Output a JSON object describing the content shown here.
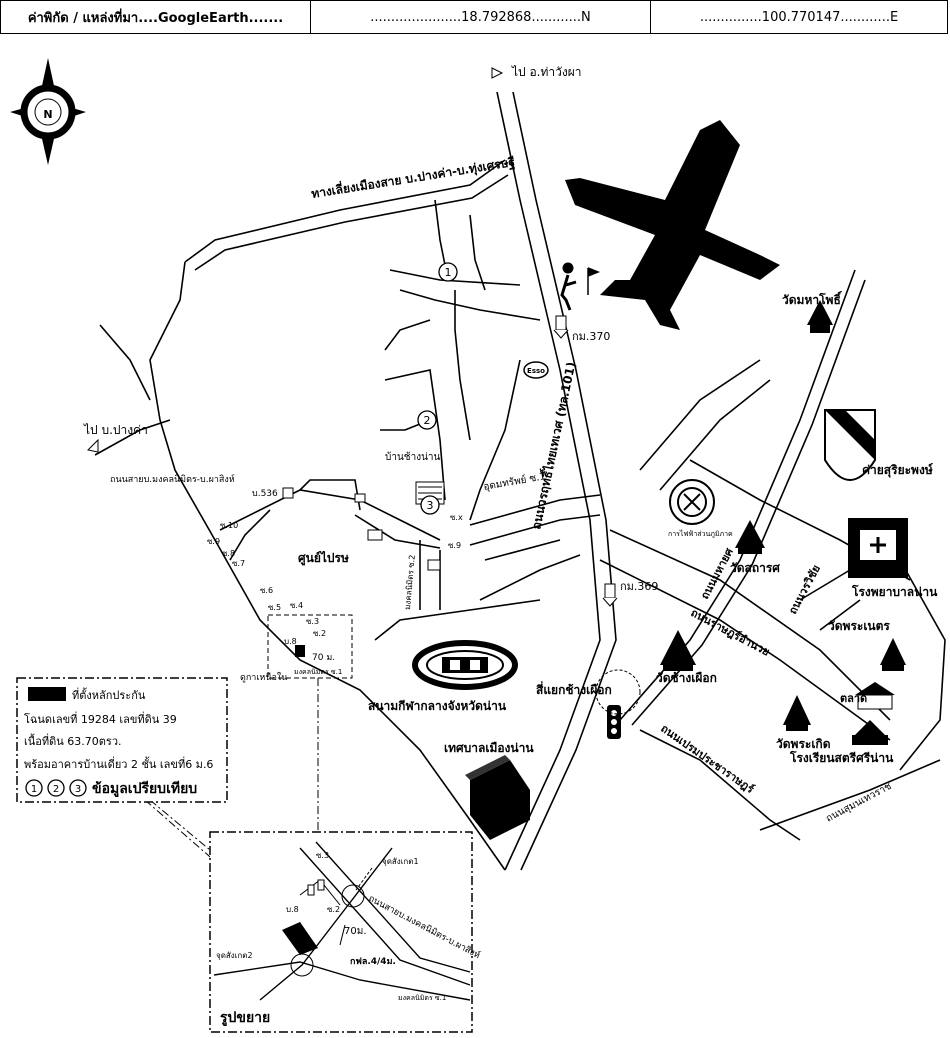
{
  "header": {
    "label": "ค่าพิกัด / แหล่งที่มา....GoogleEarth.......",
    "lat": "......................18.792868............N",
    "lon": "...............100.770147............E"
  },
  "map": {
    "north": "N",
    "to_thawangpha": "ไป อ.ท่าวังผา",
    "to_bangkha": "ไป บ.ปางค่า",
    "bypass_road": "ทางเลี่ยงเมืองสาย บ.ปางค่า-บ.ทุ่งเศรษฐี",
    "highway": "ถนนวรฤทธิ์ไทยเทเวศ (ทล.101)",
    "km370": "กม.370",
    "km369": "กม.369",
    "esso": "Esso",
    "soi_mongkol_road": "ถนนสายบ.มงคลนิมิตร-บ.ผาสิงห์",
    "baan_chang": "บ้านช้างน่าน",
    "udomsap": "อุดมทรัพย์ ซ.1",
    "b536": "บ.536",
    "soi10": "ซ.10",
    "soi9": "ซ.9",
    "soi8": "ซ.8",
    "soi7": "ซ.7",
    "soi6": "ซ.6",
    "soi5": "ซ.5",
    "soi4": "ซ.4",
    "soi3": "ซ.3",
    "soi2": "ซ.2",
    "soi1": "ซ.1",
    "soi_x": "ซ.x",
    "soi_9b": "ซ.9",
    "center": "ศูนย์ไปรษ",
    "mongkol_soi2": "มงคลนิมิตร ซ.2",
    "dist_70": "70 ม.",
    "dukkap": "ดูกาเหนือใน",
    "mongkol_soi1_small": "มงคลนิมิตร ซ.1",
    "b8": "บ.8",
    "stadium": "สนามกีฬากลางจังหวัดน่าน",
    "chang_junction": "สี่แยกช้างเผือก",
    "municipality": "เทศบาลเมืองน่าน",
    "electric": "การไฟฟ้าส่วนภูมิภาค",
    "wat_mahapho": "วัดมหาโพธิ์",
    "camp": "ค่ายสุริยะพงษ์",
    "hospital": "โรงพยาบาลน่าน",
    "wat_sathan": "วัดสถารศ",
    "wat_phranet": "วัดพระเนตร",
    "market": "ตลาด",
    "school": "โรงเรียนสตรีศรีน่าน",
    "wat_chang": "วัดช้างเผือก",
    "wat_phrakoet": "วัดพระเกิด",
    "rd_mahayot": "ถนนมหายศ",
    "rd_worawichai": "ถนนวรวิชัย",
    "rd_rat": "ถนนราษฎร์อำนวย",
    "rd_prempracha": "ถนนเปรมประชาราษฎร์",
    "rd_sumon": "ถนนสุมนเทวราช",
    "legend": {
      "collateral": "ที่ตั้งหลักประกัน",
      "deed": "โฉนดเลขที่ 19284 เลขที่ดิน 39",
      "area": "เนื้อที่ดิน 63.70ตรว.",
      "building": "พร้อมอาคารบ้านเดี่ยว 2 ชั้น เลขที่6 ม.6",
      "compare": "ข้อมูลเปรียบเทียบ"
    },
    "markers": [
      "1",
      "2",
      "3"
    ],
    "inset": {
      "title": "รูปขยาย",
      "obs1": "จุดสังเกต1",
      "obs2": "จุดสังเกต2",
      "soi3": "ซ.3",
      "soi2": "ซ.2",
      "b8": "บ.8",
      "dist": "70ม.",
      "kfl": "กฟล.4/4ม.",
      "road": "ถนนสายบ.มงคลนิมิตร-บ.ผาสิงห์",
      "mongkol_soi1": "มงคลนิมิตร ซ.1"
    }
  }
}
